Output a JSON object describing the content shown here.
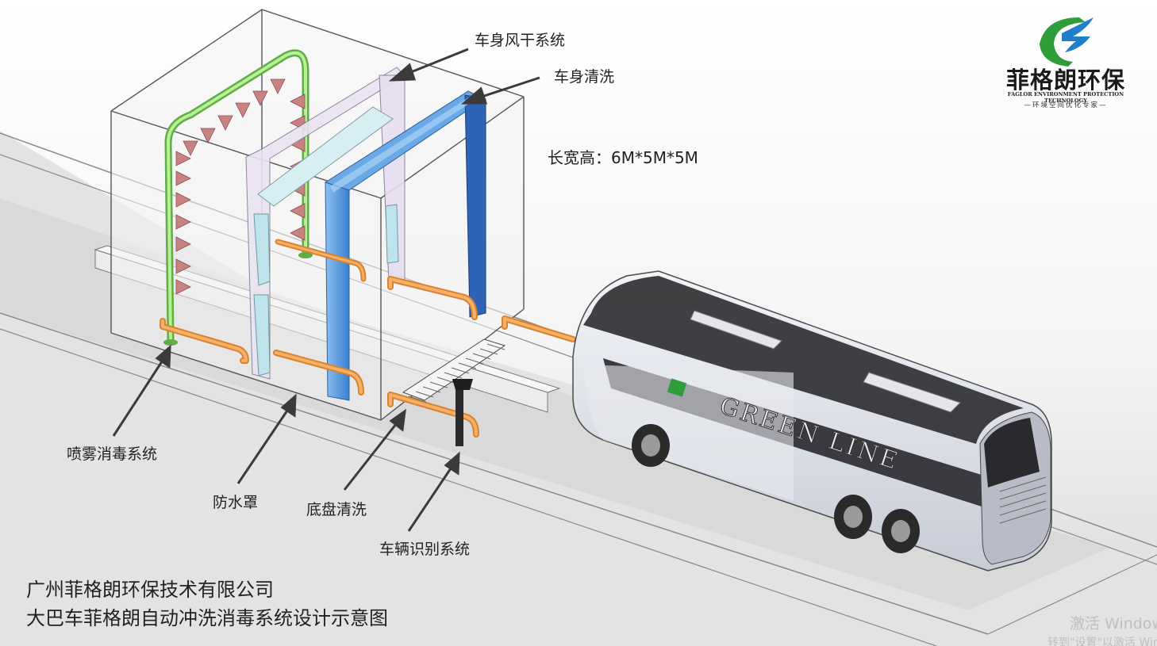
{
  "labels": {
    "drying": "车身风干系统",
    "body_wash": "车身清洗",
    "dimensions": "长宽高：6M*5M*5M",
    "spray_disinfect": "喷雾消毒系统",
    "waterproof_cover": "防水罩",
    "chassis_wash": "底盘清洗",
    "vehicle_recognition": "车辆识别系统"
  },
  "bus_livery": "GREEN LINE",
  "footer": {
    "company": "广州菲格朗环保技术有限公司",
    "caption": "大巴车菲格朗自动冲洗消毒系统设计示意图"
  },
  "logo": {
    "name_cn": "菲格朗环保",
    "name_en": "FAGLOR ENVIRONMENT PROTECTION TECHNOLOGY",
    "slogan": "—环境空间优化专家—"
  },
  "watermark": {
    "line1": "激活 Windows",
    "line2": "转到\"设置\"以激活 Windows。"
  },
  "colors": {
    "spray_frame": "#8ed66b",
    "nozzle": "#c98282",
    "drying_frame": "#e7ddf0",
    "wash_frame": "#4f93dc",
    "wash_column": "#2f63b5",
    "pipe": "#f3a04f",
    "logo_green": "#2f9e3a",
    "logo_blue": "#1f7fc9"
  }
}
